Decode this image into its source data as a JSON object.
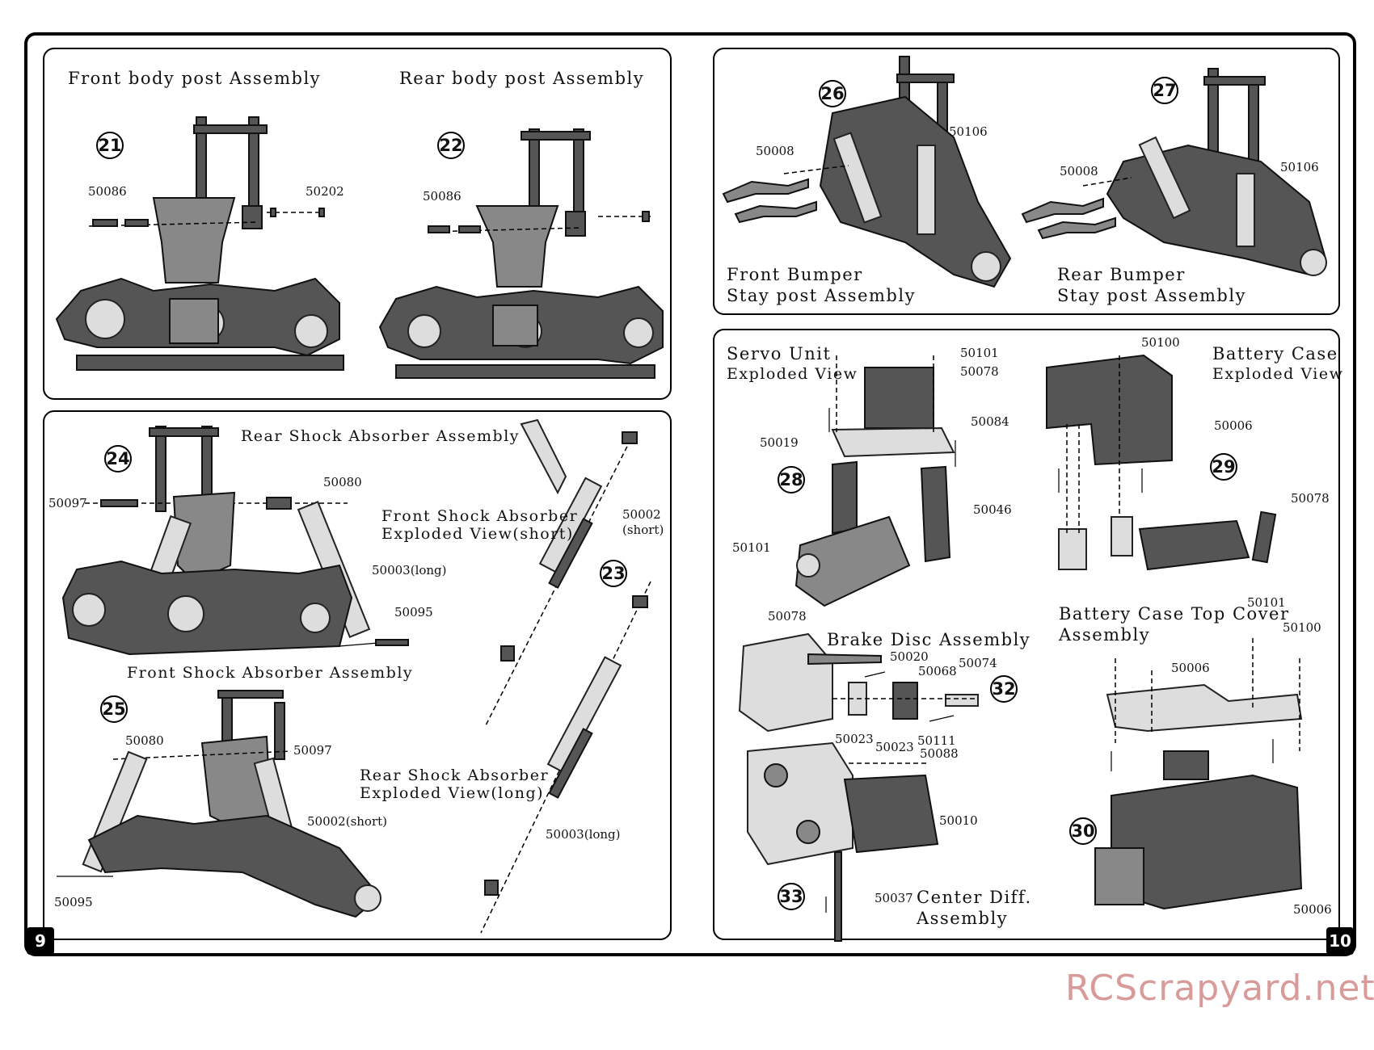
{
  "pages": {
    "left": "9",
    "right": "10"
  },
  "watermark": "RCScrapyard.net",
  "panel_posts": {
    "front_title": "Front body post Assembly",
    "rear_title": "Rear body post Assembly",
    "steps": [
      "21",
      "22"
    ],
    "parts": {
      "a": "50086",
      "b": "50202",
      "c": "50086"
    }
  },
  "panel_shocks": {
    "rear_title": "Rear Shock Absorber Assembly",
    "front_title": "Front Shock Absorber Assembly",
    "front_exploded": [
      "Front Shock Absorber",
      "Exploded View(short)"
    ],
    "rear_exploded": [
      "Rear Shock Absorber",
      "Exploded View(long)"
    ],
    "steps": [
      "24",
      "25",
      "23"
    ],
    "parts": {
      "p24_a": "50097",
      "p24_b": "50080",
      "p24_c": "50003(long)",
      "p24_d": "50095",
      "p25_a": "50080",
      "p25_b": "50097",
      "p25_c": "50002(short)",
      "p25_d": "50095",
      "ex_a": "50002",
      "ex_a_note": "(short)",
      "ex_b": "50003(long)"
    }
  },
  "panel_bumpers": {
    "front_title": [
      "Front Bumper",
      "Stay post Assembly"
    ],
    "rear_title": [
      "Rear Bumper",
      "Stay post Assembly"
    ],
    "steps": [
      "26",
      "27"
    ],
    "parts": {
      "a": "50008",
      "b": "50106",
      "c": "50008",
      "d": "50106"
    }
  },
  "panel_electronics": {
    "servo_title": [
      "Servo Unit",
      "Exploded View"
    ],
    "battery_title": [
      "Battery Case",
      "Exploded View"
    ],
    "cover_title": [
      "Battery Case Top Cover",
      "Assembly"
    ],
    "brake_title": "Brake Disc Assembly",
    "center_title": [
      "Center Diff.",
      "Assembly"
    ],
    "steps": [
      "28",
      "29",
      "30",
      "32",
      "33"
    ],
    "parts": {
      "s1": "50101",
      "s2": "50078",
      "s3": "50084",
      "s4": "50019",
      "s5": "50046",
      "s6": "50101",
      "s7": "50078",
      "b1": "50100",
      "b2": "50006",
      "b3": "50078",
      "b4": "50101",
      "c1": "50100",
      "c2": "50006",
      "c3": "50006",
      "d1": "50020",
      "d2": "50068",
      "d3": "50074",
      "d4": "50023",
      "d5": "50023",
      "d6": "50111",
      "d7": "50088",
      "e1": "50010",
      "e2": "50037"
    }
  }
}
